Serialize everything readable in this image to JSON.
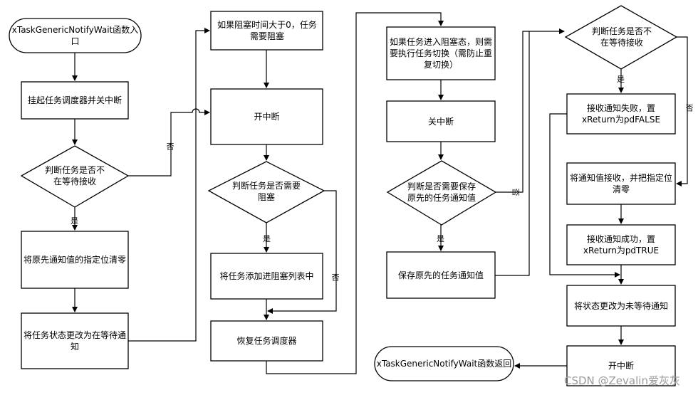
{
  "nodes": {
    "start": "xTaskGenericNotifyWait函数入口",
    "suspend_scheduler": "挂起任务调度器并关中断",
    "check_not_waiting_1": "判断任务是否不在等待接收",
    "clear_bits_on_entry": "将原先通知值的指定位清零",
    "set_waiting": "将任务状态更改为在等待通知",
    "if_block_time": "如果阻塞时间大于0，任务需要阻塞",
    "enable_interrupt": "开中断",
    "check_need_block": "判断任务是否需要阻塞",
    "add_to_delay_list": "将任务添加进阻塞列表中",
    "resume_scheduler": "恢复任务调度器",
    "if_blocked_switch": "如果任务进入阻塞态，则需要执行任务切换（需防止重复切换）",
    "disable_interrupt": "关中断",
    "check_save_value": "判断是否需要保存原先的任务通知值",
    "save_value": "保存原先的任务通知值",
    "check_not_waiting_2": "判断任务是否不在等待接收",
    "receive_fail": "接收通知失败，置xReturn为pdFALSE",
    "receive_and_clear": "将通知值接收，并把指定位清零",
    "receive_success": "接收通知成功，置xReturn为pdTRUE",
    "set_not_waiting": "将状态更改为未等待通知",
    "enable_interrupt_2": "开中断",
    "end": "xTaskGenericNotifyWait函数返回"
  },
  "edge_labels": {
    "yes": "是",
    "no": "否"
  },
  "watermark": "CSDN @Zevalin爱灰灰",
  "colors": {
    "line": "#000000",
    "background": "#ffffff"
  }
}
